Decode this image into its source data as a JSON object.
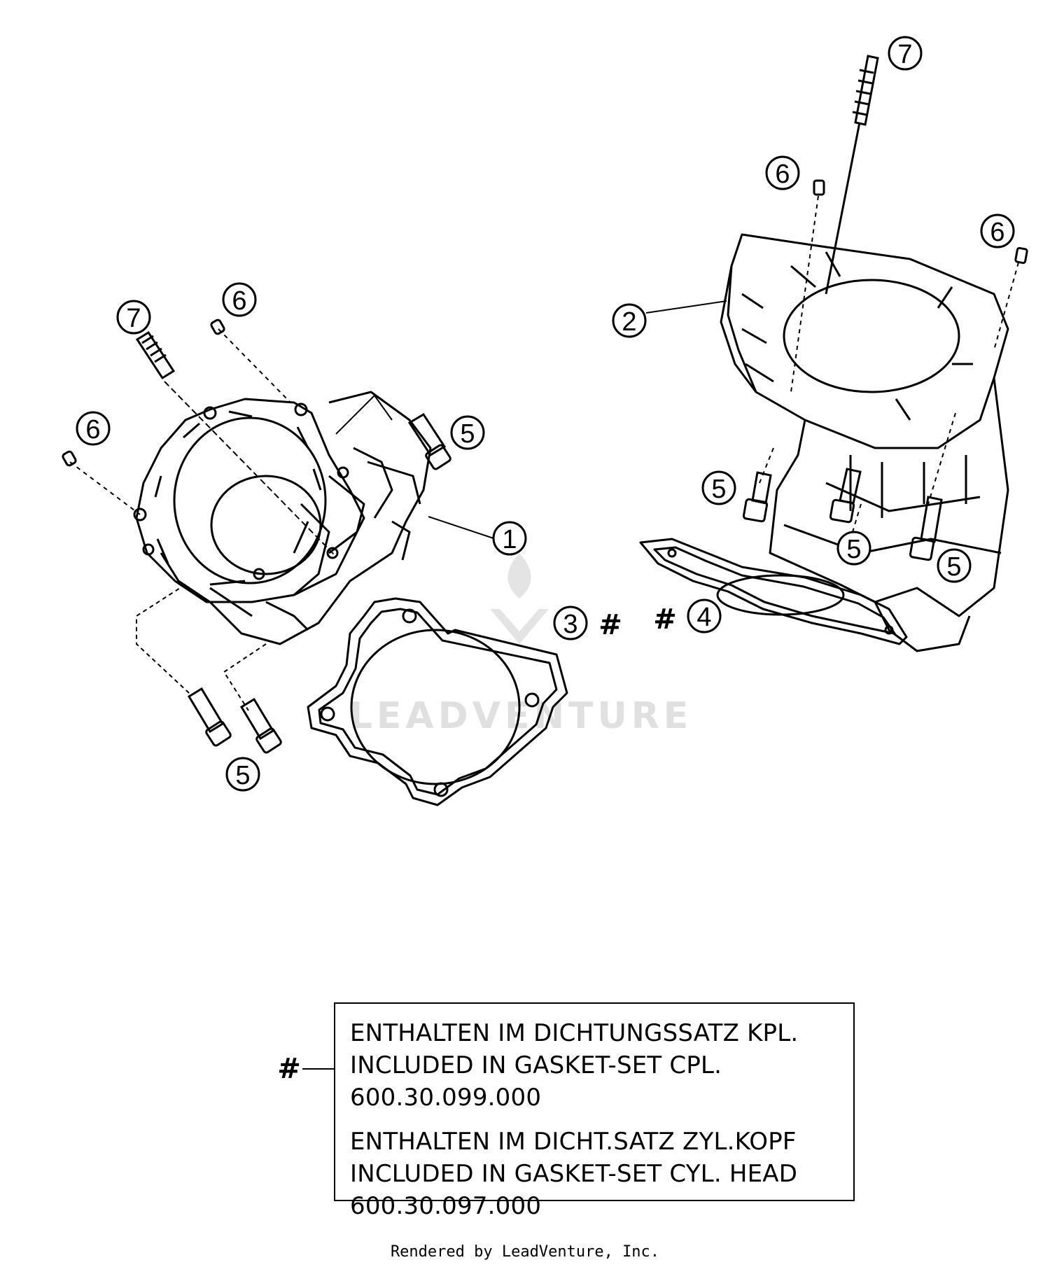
{
  "callouts": [
    {
      "id": "c1",
      "label": "1"
    },
    {
      "id": "c2",
      "label": "2"
    },
    {
      "id": "c3",
      "label": "3"
    },
    {
      "id": "c4",
      "label": "4"
    },
    {
      "id": "c5a",
      "label": "5"
    },
    {
      "id": "c5b",
      "label": "5"
    },
    {
      "id": "c5c",
      "label": "5"
    },
    {
      "id": "c5d",
      "label": "5"
    },
    {
      "id": "c5e",
      "label": "5"
    },
    {
      "id": "c6a",
      "label": "6"
    },
    {
      "id": "c6b",
      "label": "6"
    },
    {
      "id": "c6c",
      "label": "6"
    },
    {
      "id": "c6d",
      "label": "6"
    },
    {
      "id": "c7a",
      "label": "7"
    },
    {
      "id": "c7b",
      "label": "7"
    }
  ],
  "marks": {
    "gasket_3_hash": "#",
    "gasket_4_hash": "#",
    "legend_hash": "#"
  },
  "note": {
    "line1": "ENTHALTEN IM DICHTUNGSSATZ KPL.",
    "line2": "INCLUDED IN GASKET-SET CPL.",
    "line3": "600.30.099.000",
    "line4": "ENTHALTEN IM DICHT.SATZ ZYL.KOPF",
    "line5": "INCLUDED IN GASKET-SET CYL. HEAD",
    "line6": "600.30.097.000"
  },
  "watermark": "LEADVENTURE",
  "footer": "Rendered by LeadVenture, Inc.",
  "colors": {
    "ink": "#000000",
    "watermark": "#d9d9d9",
    "background": "#ffffff"
  }
}
